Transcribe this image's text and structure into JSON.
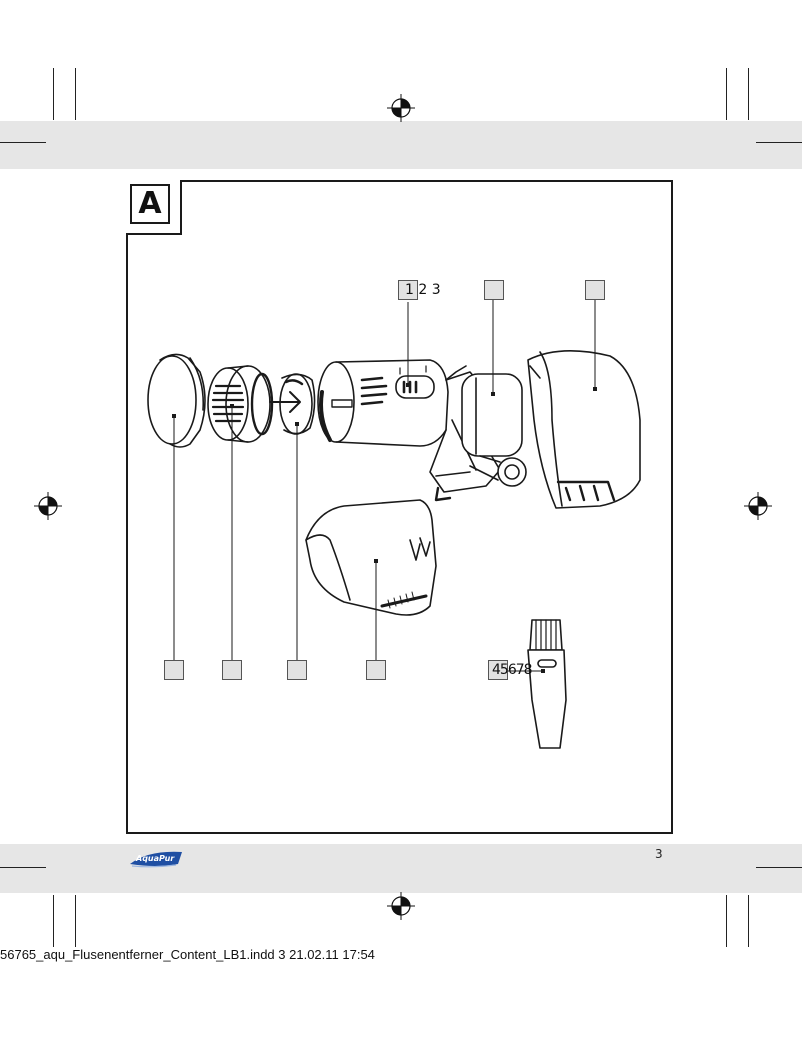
{
  "section_label": "A",
  "callouts": {
    "top_numbers": "1 2 3",
    "bottom_numbers": "45678"
  },
  "page_number": "3",
  "slug_line": "56765_aqu_Flusenentferner_Content_LB1.indd   3 21.02.11   17:54",
  "logo_text": "AquaPur",
  "colors": {
    "band": "#e6e6e6",
    "ink": "#1a1a1a",
    "label_box": "#e2e2e2",
    "logo_blue": "#1f4fa3"
  }
}
